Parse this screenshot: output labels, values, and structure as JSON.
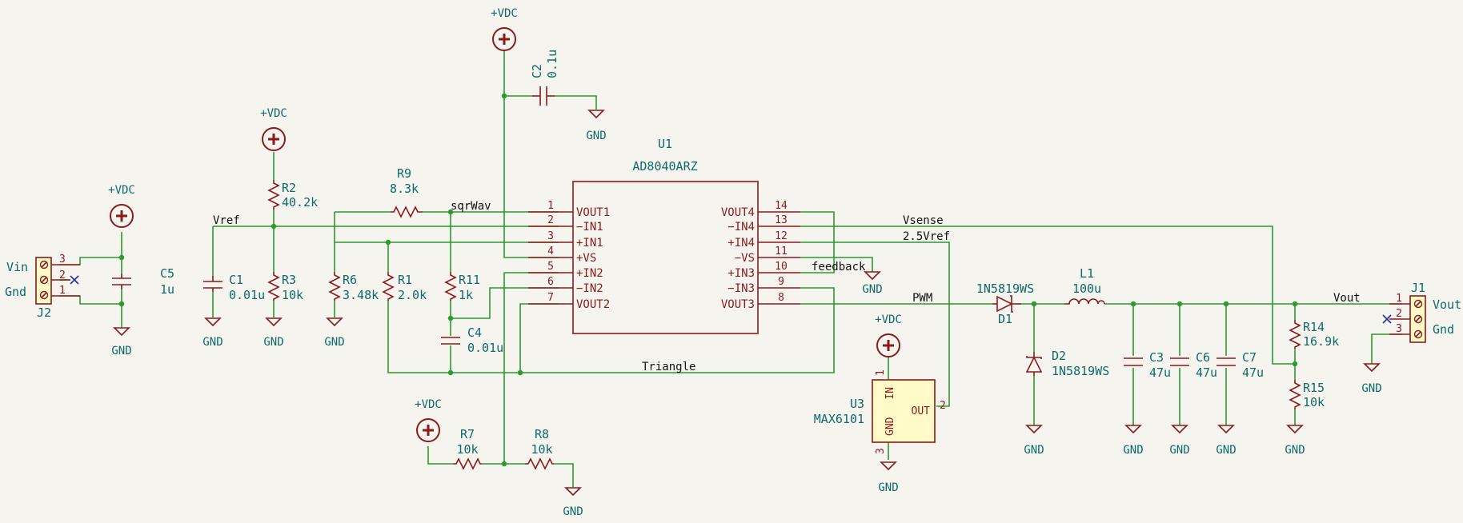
{
  "power": {
    "vdc": "+VDC",
    "gnd": "GND"
  },
  "u1": {
    "ref": "U1",
    "value": "AD8040ARZ",
    "left_pins": [
      {
        "num": "1",
        "name": "VOUT1"
      },
      {
        "num": "2",
        "name": "−IN1"
      },
      {
        "num": "3",
        "name": "+IN1"
      },
      {
        "num": "4",
        "name": "+VS"
      },
      {
        "num": "5",
        "name": "+IN2"
      },
      {
        "num": "6",
        "name": "−IN2"
      },
      {
        "num": "7",
        "name": "VOUT2"
      }
    ],
    "right_pins": [
      {
        "num": "14",
        "name": "VOUT4"
      },
      {
        "num": "13",
        "name": "−IN4"
      },
      {
        "num": "12",
        "name": "+IN4"
      },
      {
        "num": "11",
        "name": "−VS"
      },
      {
        "num": "10",
        "name": "+IN3"
      },
      {
        "num": "9",
        "name": "−IN3"
      },
      {
        "num": "8",
        "name": "VOUT3"
      }
    ]
  },
  "u3": {
    "ref": "U3",
    "value": "MAX6101",
    "pin_in": "IN",
    "pin_gnd": "GND",
    "pin_out": "OUT",
    "num_in": "1",
    "num_gnd": "3",
    "num_out": "2"
  },
  "components": {
    "r2": {
      "ref": "R2",
      "value": "40.2k"
    },
    "r3": {
      "ref": "R3",
      "value": "10k"
    },
    "r9": {
      "ref": "R9",
      "value": "8.3k"
    },
    "r6": {
      "ref": "R6",
      "value": "3.48k"
    },
    "r1": {
      "ref": "R1",
      "value": "2.0k"
    },
    "r11": {
      "ref": "R11",
      "value": "1k"
    },
    "r7": {
      "ref": "R7",
      "value": "10k"
    },
    "r8": {
      "ref": "R8",
      "value": "10k"
    },
    "r14": {
      "ref": "R14",
      "value": "16.9k"
    },
    "r15": {
      "ref": "R15",
      "value": "10k"
    },
    "c1": {
      "ref": "C1",
      "value": "0.01u"
    },
    "c2": {
      "ref": "C2",
      "value": "0.1u"
    },
    "c3": {
      "ref": "C3",
      "value": "47u"
    },
    "c4": {
      "ref": "C4",
      "value": "0.01u"
    },
    "c5": {
      "ref": "C5",
      "value": "1u"
    },
    "c6": {
      "ref": "C6",
      "value": "47u"
    },
    "c7": {
      "ref": "C7",
      "value": "47u"
    },
    "l1": {
      "ref": "L1",
      "value": "100u"
    },
    "d1": {
      "ref": "D1",
      "value": "1N5819WS"
    },
    "d2": {
      "ref": "D2",
      "value": "1N5819WS"
    },
    "j1": {
      "ref": "J1",
      "pins": [
        "1",
        "2",
        "3"
      ]
    },
    "j2": {
      "ref": "J2",
      "pins": [
        "3",
        "2",
        "1"
      ]
    }
  },
  "nets": {
    "vref": "Vref",
    "sqrwav": "sqrWav",
    "vsense": "Vsense",
    "vref25": "2.5Vref",
    "feedback": "feedback",
    "pwm": "PWM",
    "triangle": "Triangle",
    "vout": "Vout"
  },
  "connector_labels": {
    "vin": "Vin",
    "gnd_j2": "Gnd",
    "vout": "Vout",
    "gnd_j1": "Gnd"
  },
  "colors": {
    "wire": "#2d9a2d",
    "component": "#8b1a1a",
    "label": "#0e6a6a",
    "background": "#f5f4ef",
    "ic_fill": "#fffbc8"
  }
}
